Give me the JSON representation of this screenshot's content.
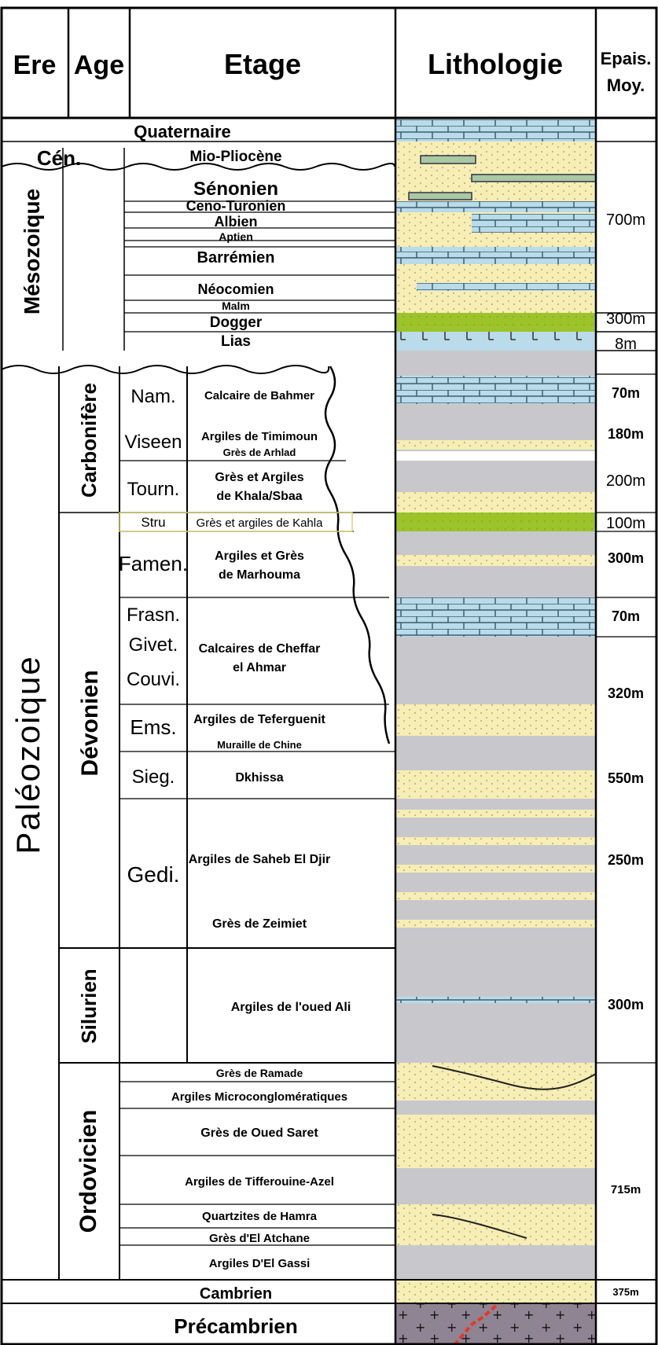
{
  "headers": {
    "ere": "Ere",
    "age": "Age",
    "etage": "Etage",
    "lithologie": "Lithologie",
    "epais_line1": "Epais.",
    "epais_line2": "Moy."
  },
  "eras": {
    "cenozoique_short": "Cén.",
    "mesozoique": "Mésozoique",
    "paleozoique": "Paléozoique"
  },
  "systems": {
    "carbonifere": "Carbonifère",
    "devonien": "Dévonien",
    "silurien": "Silurien",
    "ordovicien": "Ordovicien"
  },
  "top_units": {
    "quaternaire": "Quaternaire",
    "cambrien": "Cambrien",
    "precambrien": "Précambrien"
  },
  "meso_stages": [
    "Mio-Pliocène",
    "Sénonien",
    "Ceno-Turonien",
    "Albien",
    "Aptien",
    "Barrémien",
    "Néocomien",
    "Malm",
    "Dogger",
    "Lias"
  ],
  "paleo_stages": [
    "Nam.",
    "Viseen",
    "Tourn.",
    "Stru",
    "Famen.",
    "Frasn.",
    "Givet.",
    "Couvi.",
    "Ems.",
    "Sieg.",
    "Gedi."
  ],
  "formations": {
    "calcaire_bahmer": "Calcaire de Bahmer",
    "argiles_timimoun": "Argiles de Timimoun",
    "gres_arhlad": "Grès de Arhlad",
    "gres_argiles_khala_1": "Grès et Argiles",
    "gres_argiles_khala_2": "de Khala/Sbaa",
    "kahla": "Grès et argiles de Kahla",
    "marhouma_1": "Argiles et Grès",
    "marhouma_2": "de Marhouma",
    "cheffar_1": "Calcaires de Cheffar",
    "cheffar_2": "el Ahmar",
    "teferguenit": "Argiles de Teferguenit",
    "muraille": "Muraille de Chine",
    "dkhissa": "Dkhissa",
    "saheb": "Argiles de Saheb El Djir",
    "zeimiet": "Grès de Zeimiet",
    "oued_ali": "Argiles de l'oued Ali",
    "ramade": "Grès de Ramade",
    "microcong": "Argiles Microconglomératiques",
    "oued_saret": "Grès de Oued Saret",
    "tifferouine": "Argiles de Tifferouine-Azel",
    "hamra": "Quartzites de Hamra",
    "atchane": "Grès d'El Atchane",
    "gassi": "Argiles D'El Gassi"
  },
  "thickness": [
    "700m",
    "300m",
    "8m",
    "70m",
    "180m",
    "200m",
    "100m",
    "300m",
    "70m",
    "320m",
    "550m",
    "250m",
    "300m",
    "715m",
    "375m"
  ],
  "colors": {
    "sand": "#f7eeb5",
    "shale": "#c8c8cc",
    "limestone": "#b9dbea",
    "green": "#9cc42a",
    "greyGreen": "#a9c9a4",
    "basement": "#8e8494"
  }
}
